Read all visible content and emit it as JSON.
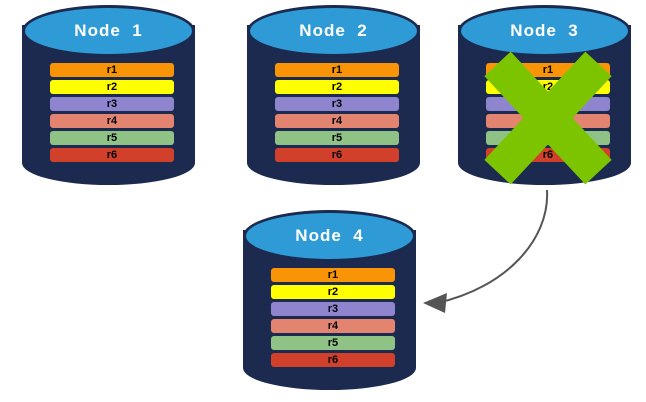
{
  "diagram": {
    "title_prefix": "Node",
    "record_labels": [
      "r1",
      "r2",
      "r3",
      "r4",
      "r5",
      "r6"
    ],
    "record_colors": [
      "#f89406",
      "#ffff00",
      "#8f85ce",
      "#e28470",
      "#8fc285",
      "#d0402a"
    ],
    "colors": {
      "cylinder_top": "#2e9bd6",
      "cylinder_body": "#1b2a4e",
      "failure_mark": "#7dc400",
      "arrow": "#555555",
      "title_text": "#ffffff",
      "record_text": "#000000",
      "background": "#ffffff"
    },
    "nodes": [
      {
        "id": "node-1",
        "label": "Node  1",
        "failed": false,
        "records": [
          "r1",
          "r2",
          "r3",
          "r4",
          "r5",
          "r6"
        ]
      },
      {
        "id": "node-2",
        "label": "Node  2",
        "failed": false,
        "records": [
          "r1",
          "r2",
          "r3",
          "r4",
          "r5",
          "r6"
        ]
      },
      {
        "id": "node-3",
        "label": "Node  3",
        "failed": true,
        "records": [
          "r1",
          "r2",
          "r3",
          "r4",
          "r5",
          "r6"
        ]
      },
      {
        "id": "node-4",
        "label": "Node  4",
        "failed": false,
        "records": [
          "r1",
          "r2",
          "r3",
          "r4",
          "r5",
          "r6"
        ]
      }
    ],
    "connections": [
      {
        "id": "node3-to-node4",
        "from": "node-3",
        "to": "node-4",
        "style": "curved-arrow"
      }
    ]
  }
}
